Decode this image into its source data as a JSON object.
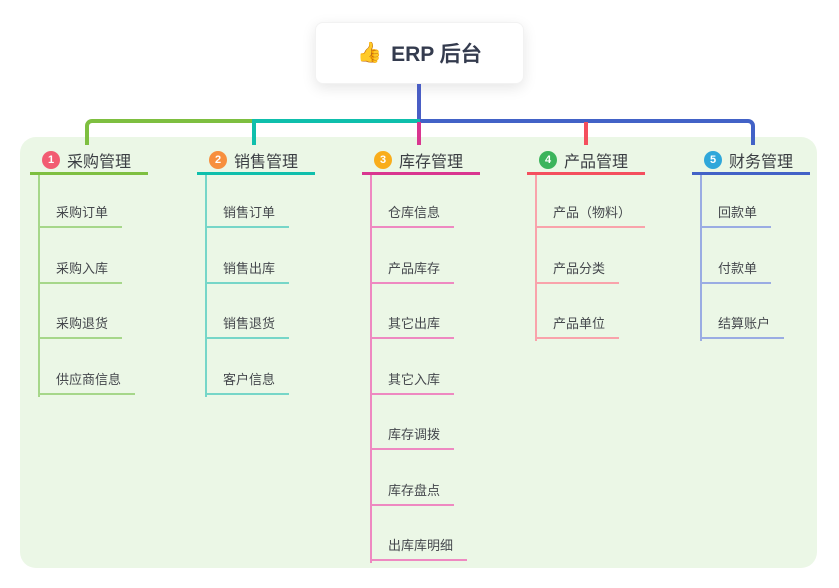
{
  "root": {
    "icon": "👍",
    "title": "ERP 后台"
  },
  "colors": {
    "page_bg": "#ffffff",
    "panel_bg": "#ebf7e6",
    "root_line": "#4a5ec5",
    "root_text": "#343b4e",
    "title_text": "#3b3e43",
    "child_text": "#45484d"
  },
  "branches": [
    {
      "badge": "1",
      "label": "采购管理",
      "badge_color": "#f25c72",
      "line_color": "#7ebf40",
      "light_color": "#a6d78a",
      "children": [
        "采购订单",
        "采购入库",
        "采购退货",
        "供应商信息"
      ]
    },
    {
      "badge": "2",
      "label": "销售管理",
      "badge_color": "#f78f3e",
      "line_color": "#0fbfac",
      "light_color": "#76d6c8",
      "children": [
        "销售订单",
        "销售出库",
        "销售退货",
        "客户信息"
      ]
    },
    {
      "badge": "3",
      "label": "库存管理",
      "badge_color": "#f9ad1b",
      "line_color": "#d93690",
      "light_color": "#ee89c1",
      "children": [
        "仓库信息",
        "产品库存",
        "其它出库",
        "其它入库",
        "库存调拨",
        "库存盘点",
        "出库库明细"
      ]
    },
    {
      "badge": "4",
      "label": "产品管理",
      "badge_color": "#3cb45c",
      "line_color": "#f44f5e",
      "light_color": "#f9a3ab",
      "children": [
        "产品（物料）",
        "产品分类",
        "产品单位"
      ]
    },
    {
      "badge": "5",
      "label": "财务管理",
      "badge_color": "#2fa7da",
      "line_color": "#4262c7",
      "light_color": "#9aace3",
      "children": [
        "回款单",
        "付款单",
        "结算账户"
      ]
    }
  ]
}
